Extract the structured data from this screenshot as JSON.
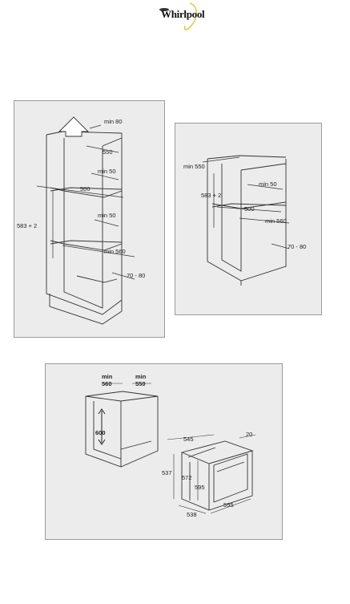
{
  "brand": {
    "name": "Whirlpool"
  },
  "diagrams": {
    "tall_cabinet": {
      "labels": {
        "min80": "min 80",
        "w550": "550",
        "min50_top": "min 50",
        "w500": "500",
        "min50_mid": "min 50",
        "h583": "583 + 2",
        "min560": "min 560",
        "gap7080": "70 - 80"
      }
    },
    "wall_cabinet": {
      "labels": {
        "min550": "min 550",
        "h583": "583 + 2",
        "min50": "min 50",
        "w500": "500",
        "min560": "min 560",
        "gap7080": "70 - 80"
      }
    },
    "undercounter": {
      "labels": {
        "min560_a": "min",
        "min560_b": "560",
        "min550_a": "min",
        "min550_b": "550",
        "h600": "600",
        "w545": "545",
        "d20": "20",
        "h537": "537",
        "h572": "572",
        "h595": "595",
        "d538": "538",
        "w595": "595"
      }
    }
  }
}
